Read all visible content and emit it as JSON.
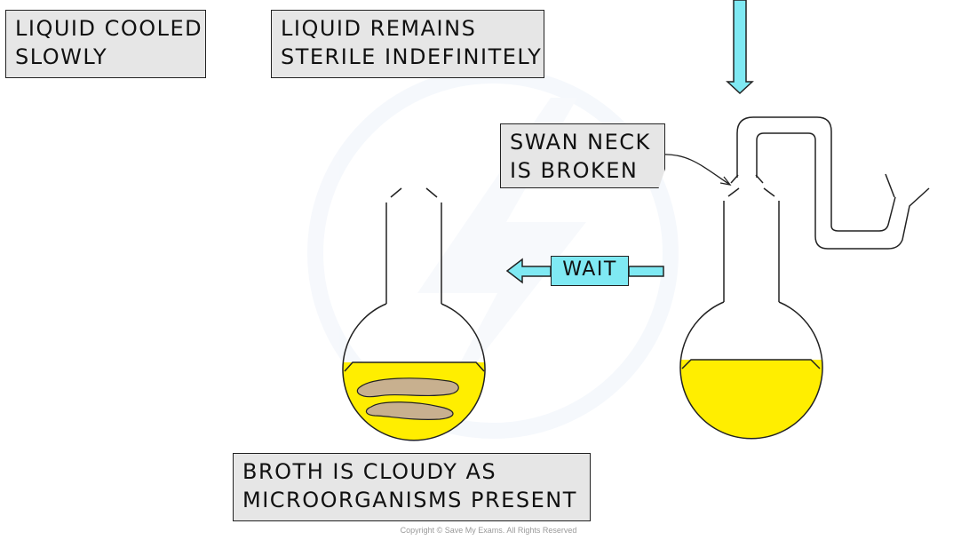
{
  "labels": {
    "cooled": [
      "LIQUID COOLED",
      "SLOWLY"
    ],
    "sterile": [
      "LIQUID REMAINS",
      "STERILE INDEFINITELY"
    ],
    "swan_neck": [
      "SWAN NECK",
      "IS BROKEN"
    ],
    "cloudy": [
      "BROTH IS CLOUDY AS",
      "MICROORGANISMS PRESENT"
    ]
  },
  "arrow_wait": {
    "label": "WAIT"
  },
  "copyright": "Copyright © Save My Exams. All Rights Reserved",
  "colors": {
    "broth": "#ffee00",
    "microbe_clumps": "#c8b08f",
    "arrow": "#7fe9f3",
    "label_bg": "#e6e6e6",
    "watermark": "#eef3fa"
  }
}
